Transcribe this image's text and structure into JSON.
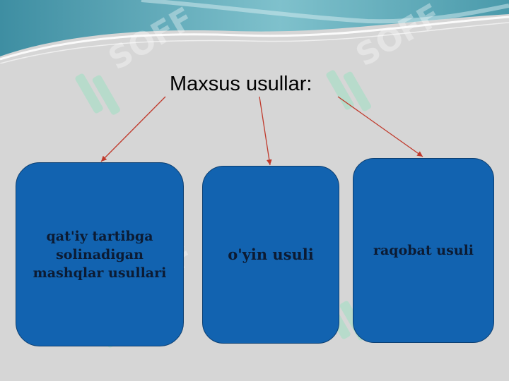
{
  "title": "Maxsus usullar:",
  "boxes": [
    {
      "label": "qat'iy tartibga solinadigan mashqlar usullari"
    },
    {
      "label": "o'yin usuli"
    },
    {
      "label": "raqobat usuli"
    }
  ],
  "colors": {
    "background": "#d6d6d6",
    "box_fill": "#1263b0",
    "arrow": "#c0392b",
    "header_teal": "#4a9aab"
  },
  "watermark_text": "SOFF"
}
